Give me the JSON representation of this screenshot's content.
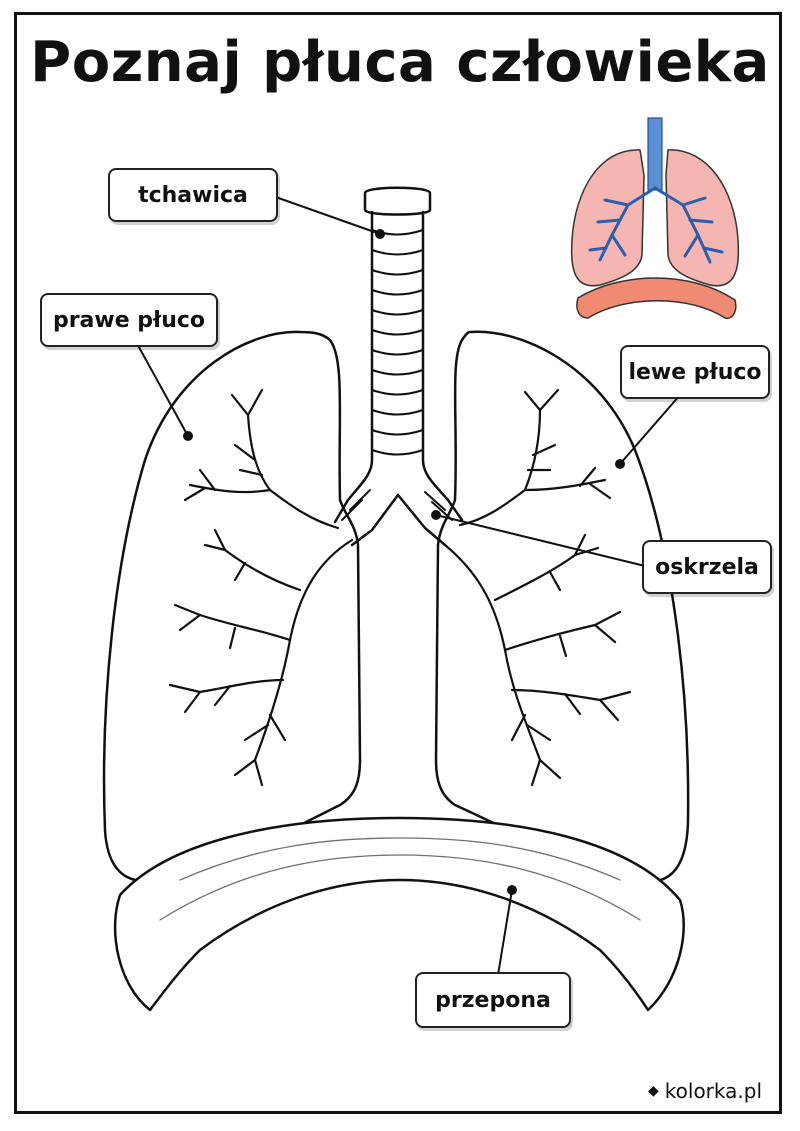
{
  "title": "Poznaj płuca człowieka",
  "labels": {
    "trachea": "tchawica",
    "right_lung": "prawe płuco",
    "left_lung": "lewe płuco",
    "bronchi": "oskrzela",
    "diaphragm": "przepona"
  },
  "brand": "kolorka.pl",
  "colors": {
    "outline": "#111111",
    "thumb_lung": "#f5b5b0",
    "thumb_airway": "#5b8fd6",
    "thumb_diaphragm": "#f08a72"
  }
}
